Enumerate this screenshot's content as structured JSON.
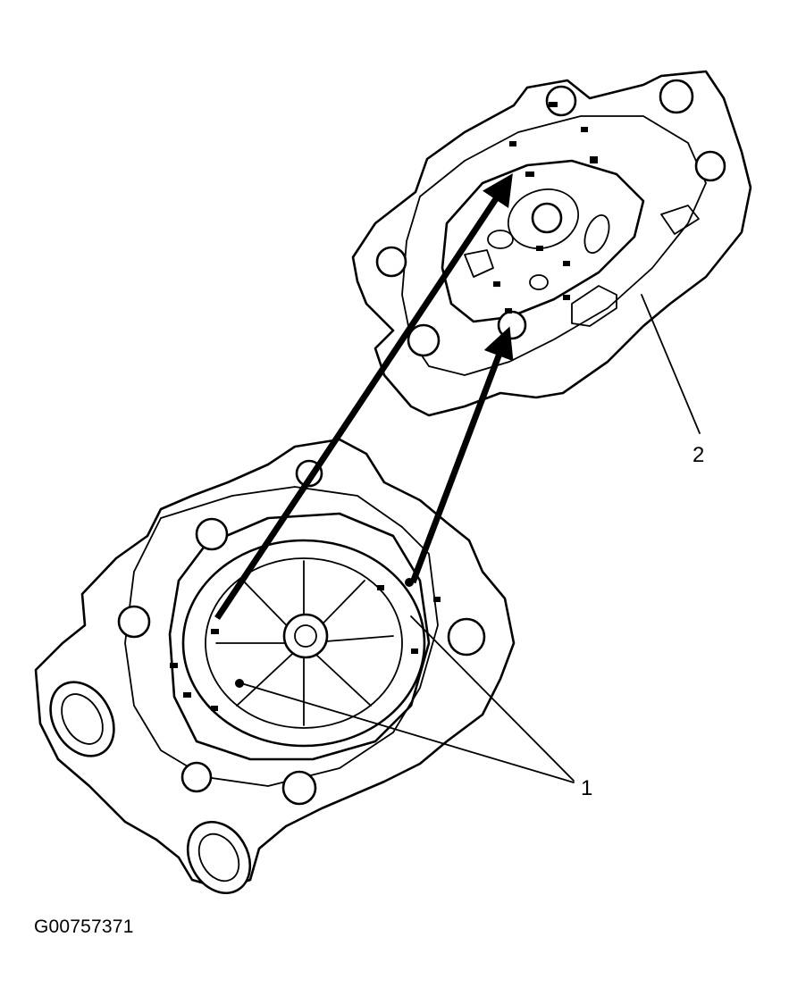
{
  "callouts": {
    "one": "1",
    "two": "2"
  },
  "caption": "G00757371"
}
